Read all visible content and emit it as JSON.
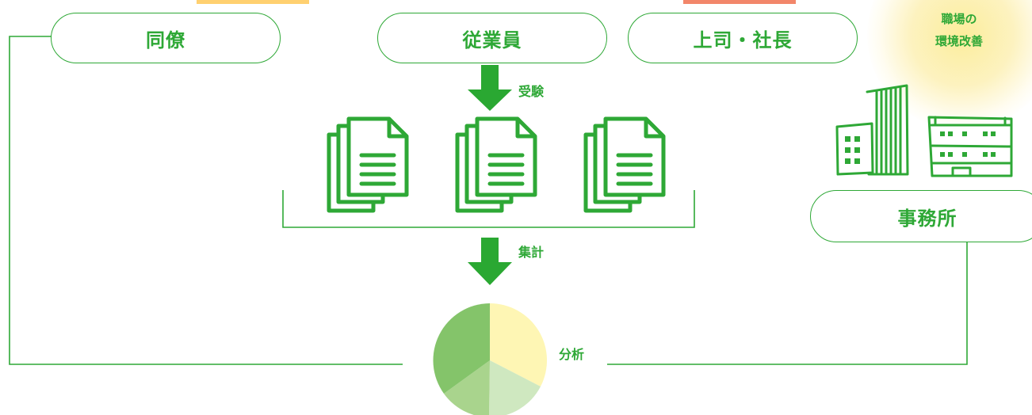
{
  "roles": {
    "coworkers": "同僚",
    "employees": "従業員",
    "boss": "上司・社長"
  },
  "steps": {
    "take_test": "受験",
    "aggregate": "集計",
    "analyze": "分析"
  },
  "office": {
    "label": "事務所"
  },
  "outcome": {
    "line1": "職場の",
    "line2": "環境改善"
  },
  "colors": {
    "accent": "#2ea836",
    "arrow": "#2aa832",
    "pie_yellow": "#fef6b4",
    "pie_light_green": "#cfe8c0",
    "pie_mid_green": "#a9d48d",
    "pie_dark_green": "#84c46a",
    "glow": "#fcec96",
    "top_bar_orange": "#ffd070",
    "top_bar_red": "#f2866a"
  },
  "icons": [
    "document-stack-icon",
    "document-stack-icon",
    "document-stack-icon",
    "down-arrow-icon",
    "down-arrow-icon",
    "pie-chart-icon",
    "office-buildings-icon"
  ]
}
